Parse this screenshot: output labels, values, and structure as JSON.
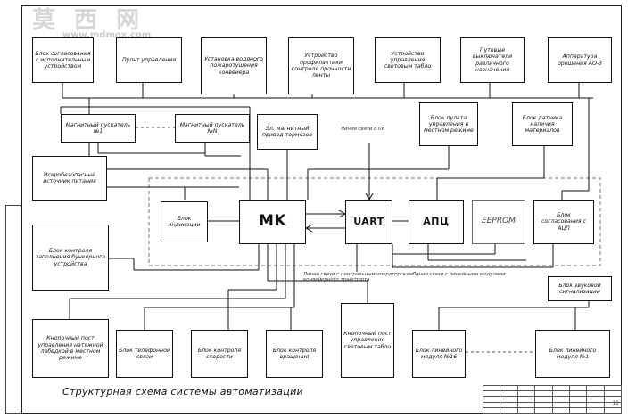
{
  "watermark": {
    "text": "莫 西 网",
    "url": "www.mdmox.com"
  },
  "caption": "Структурная схема системы автоматизации",
  "blocks": {
    "soglas_ispoln": "Блок согласования с исполнительным устройством",
    "pult_upr": "Пульт управления",
    "vodyanoy": "Установка водяного пожаротушения конвейера",
    "profilaktiki": "Устройство профилактики контроля прочности ленты",
    "svetovym_tablo": "Устройство управления световым табло",
    "putevye": "Путевые выключатели различного назначения",
    "apparatura": "Аппаратура орошения АО-3",
    "mp1": "Магнитный пускатель №1",
    "mpn": "Магнитный пускатель №N",
    "el_privod": "Эл. магнитный привод тормозов",
    "pult_mestn": "Блок пульта управления в местном режиме",
    "datchik": "Блок датчика наличия материалов",
    "iskrobez": "Искробезопасный источник питания",
    "indikacii": "Блок индикации",
    "mk": "MK",
    "uart": "UART",
    "apc": "АПЦ",
    "eeprom": "EEPROM",
    "soglas_acp": "Блок согласования с АЦП",
    "kontrol_zapoln": "Блок контроля заполнения бункерного устройства",
    "zvukovoy": "Блок звуковой сигнализации",
    "knopochny_post": "Кнопочный пост управления натяжной лебедкой в местном режиме",
    "telefonnoy": "Блок телефонной связи",
    "kontrol_skorosti": "Блок контроля скорости",
    "kontrol_vrashcheniya": "Блок контроля вращения",
    "knopochny_tablo": "Кнопочный пост управления световым табло",
    "lin_n": "Блок линейного модуля №16",
    "lin_1": "Блок линейного модуля №1"
  },
  "notes": {
    "liniya_pk": "Линия связи с ПК",
    "liniya_disp": "Линия связи с центральным операторским конвейерного транспорта",
    "liniya_lin": "Линия связи с линейными модулями"
  },
  "stamp": {
    "sheet": "11"
  }
}
